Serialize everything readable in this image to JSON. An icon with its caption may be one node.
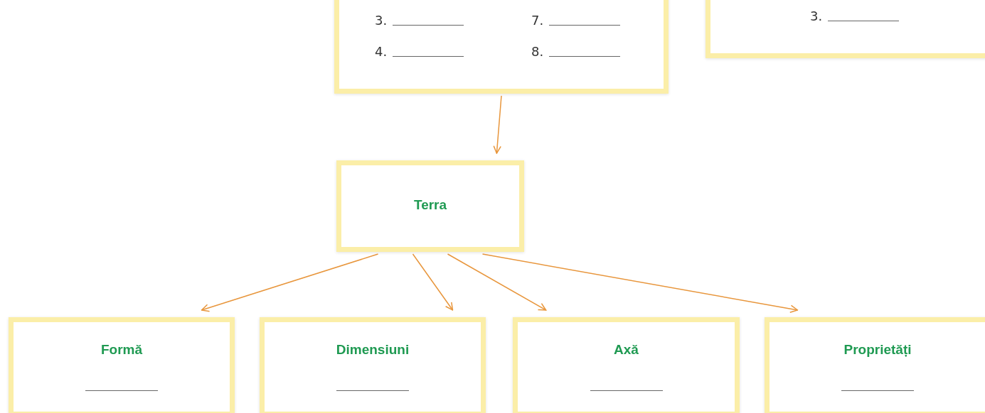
{
  "diagram": {
    "nodes": [
      {
        "text": [
          "3.",
          "7.",
          "4.",
          "8."
        ]
      },
      {
        "text": [
          "3."
        ]
      },
      {
        "text": [
          "Terra"
        ]
      },
      {
        "text": [
          "Formă"
        ]
      },
      {
        "text": [
          "Dimensiuni"
        ]
      },
      {
        "text": [
          "Axă"
        ]
      },
      {
        "text": [
          "Proprietăți"
        ]
      }
    ],
    "edges": [
      {
        "from": 0,
        "to": 2,
        "arrow": "to"
      },
      {
        "from": 2,
        "to": 3,
        "arrow": "to"
      },
      {
        "from": 2,
        "to": 4,
        "arrow": "to"
      },
      {
        "from": 2,
        "to": 5,
        "arrow": "to"
      },
      {
        "from": 2,
        "to": 6,
        "arrow": "to"
      }
    ]
  }
}
